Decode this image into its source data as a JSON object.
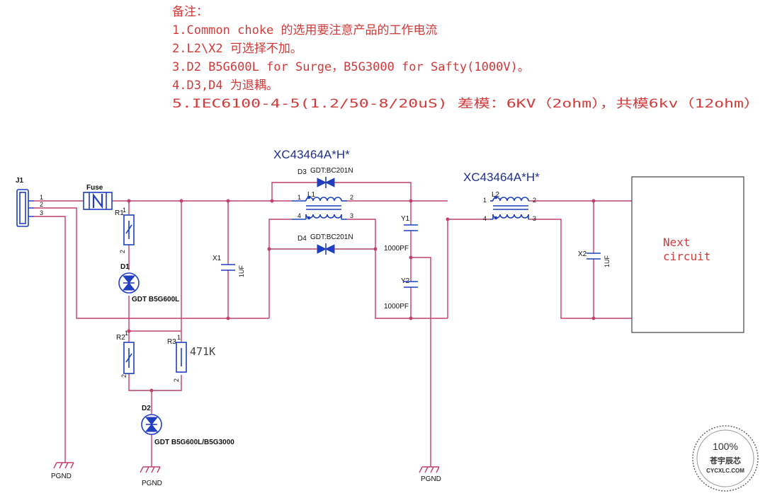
{
  "notes": {
    "heading": "备注：",
    "items": [
      "1.Common choke 的选用要注意产品的工作电流",
      "2.L2\\X2 可选择不加。",
      "3.D2 B5G600L for Surge，B5G3000 for Safty(1000V)。",
      "4.D3,D4 为退耦。",
      "5.IEC6100-4-5(1.2/50-8/20uS) 差模：6KV（2ohm），共模6kv（12ohm）"
    ]
  },
  "parts": {
    "j1": "J1",
    "j1_pins": [
      "1",
      "2",
      "3"
    ],
    "fuse": "Fuse",
    "r1": "R1",
    "r2": "R2",
    "r3": "R3",
    "r3_value": "471K",
    "d1": "D1",
    "d1_value": "GDT B5G600L",
    "d2": "D2",
    "d2_value": "GDT B5G600L/B5G3000",
    "d3": "D3",
    "d3_value": "GDT:BC201N",
    "d4": "D4",
    "d4_value": "GDT:BC201N",
    "x1": "X1",
    "x1_value": "1UF",
    "x2": "X2",
    "x2_value": "1UF",
    "y1": "Y1",
    "y1_value": "1000PF",
    "y2": "Y2",
    "y2_value": "1000PF",
    "l1": "L1",
    "l2": "L2",
    "choke1_part": "XC43464A*H*",
    "choke2_part": "XC43464A*H*",
    "pin1": "1",
    "pin2": "2",
    "pin3": "3",
    "pin4": "4",
    "gnd": "PGND"
  },
  "next_block": {
    "line1": "Next",
    "line2": "circuit"
  },
  "seal": {
    "top": "100%",
    "middle": "苍宇辰芯",
    "bottom": "CYCXLC.COM"
  },
  "colors": {
    "note_text": "#d23a3a",
    "wire": "#c0406a",
    "component": "#1f3fbf"
  }
}
